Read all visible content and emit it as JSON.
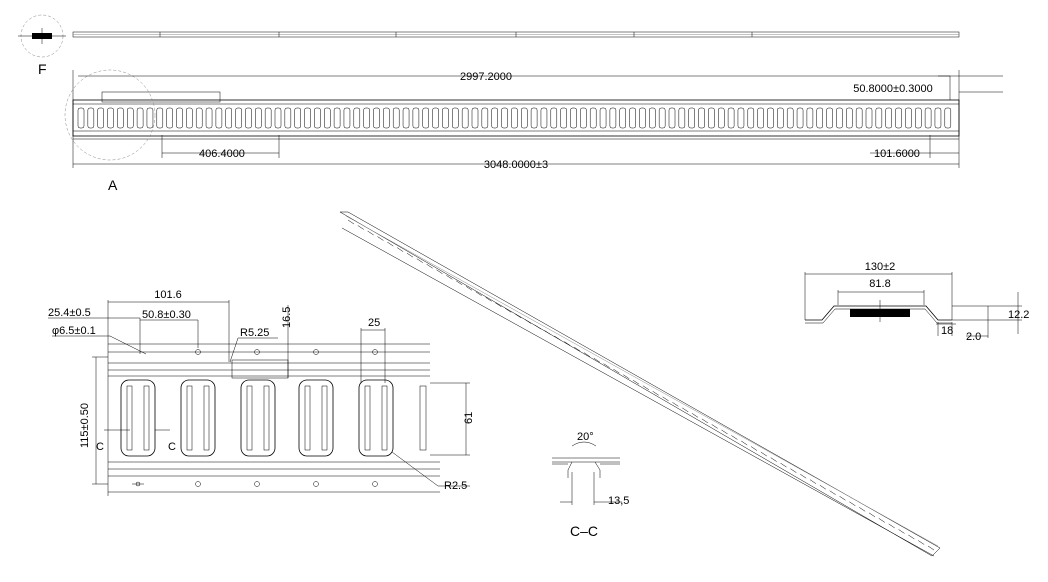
{
  "views": {
    "top": {
      "dim_overall_span": "2997.2000",
      "dim_end_offset": "50.8000±0.3000",
      "dim_pitch": "406.4000",
      "dim_end_pitch": "101.6000",
      "dim_total_length": "3048.0000±3",
      "label_detail_f": "F",
      "label_detail_a": "A"
    },
    "detail": {
      "dim_101_6": "101.6",
      "dim_25_4": "25.4±0.5",
      "dim_50_8": "50.8±0.30",
      "dim_hole_dia": "φ6.5±0.1",
      "dim_r5_25": "R5.25",
      "dim_16_5": "16.5",
      "dim_25": "25",
      "dim_115": "115±0.50",
      "dim_61": "61",
      "dim_r2_5": "R2.5",
      "section_mark_left": "C",
      "section_mark_right": "C"
    },
    "profile": {
      "dim_130": "130±2",
      "dim_81_8": "81.8",
      "dim_12_2": "12.2",
      "dim_18": "18",
      "dim_2_0": "2.0"
    },
    "section_cc": {
      "dim_angle": "20°",
      "dim_13_5": "13,5",
      "title": "C–C"
    }
  }
}
